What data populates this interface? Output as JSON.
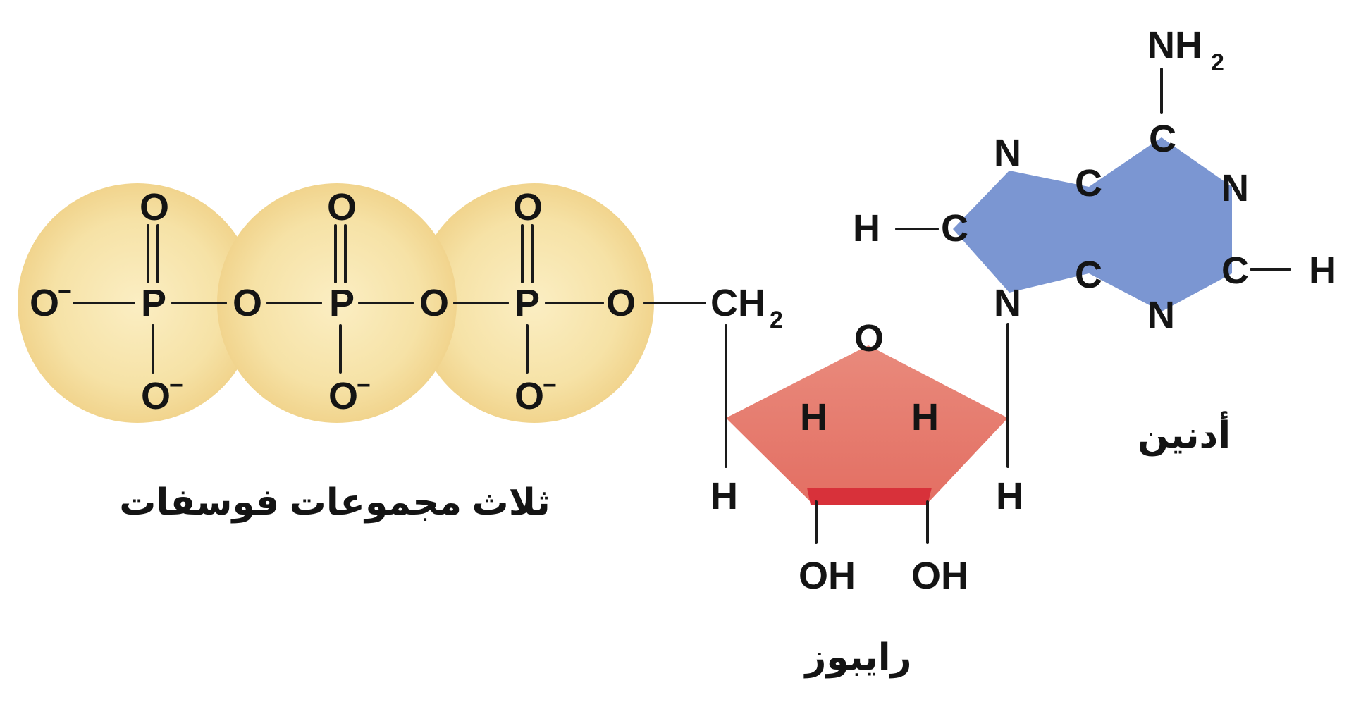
{
  "title": "",
  "colors": {
    "phosphate": "#f6e2a6",
    "ribose": "#e8857a",
    "ribose_edge": "#d83a3a",
    "adenine": "#7b96d2",
    "text": "#141414"
  },
  "phosphates": {
    "label": "ثلاث مجموعات فوسفات",
    "atoms": {
      "o_minus_left": "O",
      "p1": "P",
      "p2": "P",
      "p3": "P",
      "o_top_1": "O",
      "o_top_2": "O",
      "o_top_3": "O",
      "o_bottom_1": "O",
      "o_bottom_2": "O",
      "o_bottom_3": "O",
      "o_bridge_1": "O",
      "o_bridge_2": "O",
      "o_bridge_3": "O"
    },
    "charge": "−"
  },
  "ribose": {
    "label": "رايبوز",
    "atoms": {
      "ch": "CH",
      "ch_sub": "2",
      "ring_o": "O",
      "h_left": "H",
      "h_right": "H",
      "h_inner_left": "H",
      "h_inner_right": "H",
      "oh_left": "OH",
      "oh_right": "OH"
    }
  },
  "adenine": {
    "label": "أدنين",
    "atoms": {
      "nh": "NH",
      "nh_sub": "2",
      "c_top": "C",
      "n_top_left": "N",
      "c_mid_top": "C",
      "n_right": "N",
      "h_left": "H",
      "c_left": "C",
      "c_mid_bottom": "C",
      "c_right": "C",
      "h_right": "H",
      "n_bottom_left": "N",
      "n_bottom": "N"
    }
  }
}
